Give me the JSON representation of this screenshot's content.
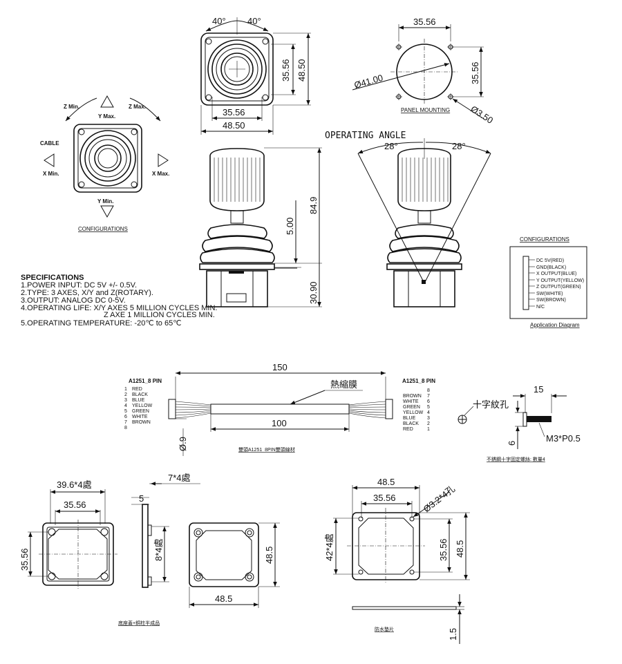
{
  "top_front_view": {
    "angle_left": "40°",
    "angle_right": "40°",
    "dim_inner_h": "35.56",
    "dim_outer_h": "48.50",
    "dim_inner_w": "35.56",
    "dim_outer_w": "48.50"
  },
  "panel_mounting": {
    "dim_w": "35.56",
    "dim_h": "35.56",
    "dia_cut": "Ø41.00",
    "dia_hole": "Ø3.50",
    "caption": "PANEL MOUNTING"
  },
  "config_left": {
    "z_min": "Z Min.",
    "z_max": "Z Max.",
    "y_max": "Y Max.",
    "y_min": "Y Min.",
    "x_min": "X Min.",
    "x_max": "X Max.",
    "cable": "CABLE",
    "caption": "CONFIGURATIONS"
  },
  "side_view": {
    "dim_84_9": "84.9",
    "dim_5_00": "5.00",
    "dim_30_90": "30.90"
  },
  "operating_angle": {
    "title": "OPERATING ANGLE",
    "left": "28°",
    "right": "28°"
  },
  "specs": {
    "title": "SPECIFICATIONS",
    "lines": [
      "1.POWER INPUT: DC 5V +/- 0.5V.",
      "2.TYPE: 3 AXES, X/Y and Z(ROTARY).",
      "3.OUTPUT: ANALOG DC 0-5V.",
      "4.OPERATING LIFE: X/Y AXES 5 MILLION CYCLES MIN.",
      "Z  AXE 1 MILLION CYCLES MIN.",
      "5.OPERATING TEMPERATURE: -20℃ to 65℃"
    ]
  },
  "config_right": {
    "caption": "CONFIGURATIONS",
    "rows": [
      "DC 5V(RED)",
      "GND(BLACK)",
      "X OUTPUT(BLUE)",
      "Y OUTPUT(YELLOW)",
      "Z OUTPUT(GREEN)",
      "SW(WHITE)",
      "SW(BROWN)",
      "N/C"
    ],
    "footer": "Application Diagram"
  },
  "cable": {
    "left_header": "A1251_8 PIN",
    "right_header": "A1251_8 PIN",
    "left_pins": [
      [
        "1",
        "RED"
      ],
      [
        "2",
        "BLACK"
      ],
      [
        "3",
        "BLUE"
      ],
      [
        "4",
        "YELLOW"
      ],
      [
        "5",
        "GREEN"
      ],
      [
        "6",
        "WHITE"
      ],
      [
        "7",
        "BROWN"
      ],
      [
        "8",
        ""
      ]
    ],
    "right_pins": [
      [
        "BROWN",
        "7"
      ],
      [
        "WHITE",
        "6"
      ],
      [
        "GREEN",
        "5"
      ],
      [
        "YELLOW",
        "4"
      ],
      [
        "BLUE",
        "3"
      ],
      [
        "BLACK",
        "2"
      ],
      [
        "RED",
        "1"
      ]
    ],
    "right_pin8": "8",
    "len_total": "150",
    "len_inner": "100",
    "shrink": "熱縮膜",
    "dia": "Ø.9",
    "caption": "雙頭A1251_8PIN雙頭線材"
  },
  "screw": {
    "cross": "十字紋孔",
    "len": "15",
    "head": "6",
    "thread": "M3*P0.5",
    "caption": "不銹鋼十字固定螺絲: 數量4"
  },
  "base": {
    "dim_39_6": "39.6*4處",
    "dim_35_56_top": "35.56",
    "dim_35_56_left": "35.56",
    "dim_7_4": "7*4處",
    "dim_5": "5",
    "dim_8_4": "8*4處",
    "dim_48_5_w": "48.5",
    "dim_48_5_h": "48.5",
    "caption": "底座蓋+銅柱半成品"
  },
  "gasket": {
    "dim_48_5_top": "48.5",
    "dim_35_56_top": "35.56",
    "hole": "Ø3.2*4孔",
    "dim_42_4": "42*4處",
    "dim_35_56_right": "35.56",
    "dim_48_5_right": "48.5",
    "thk": "1.5",
    "caption": "防水墊片"
  }
}
